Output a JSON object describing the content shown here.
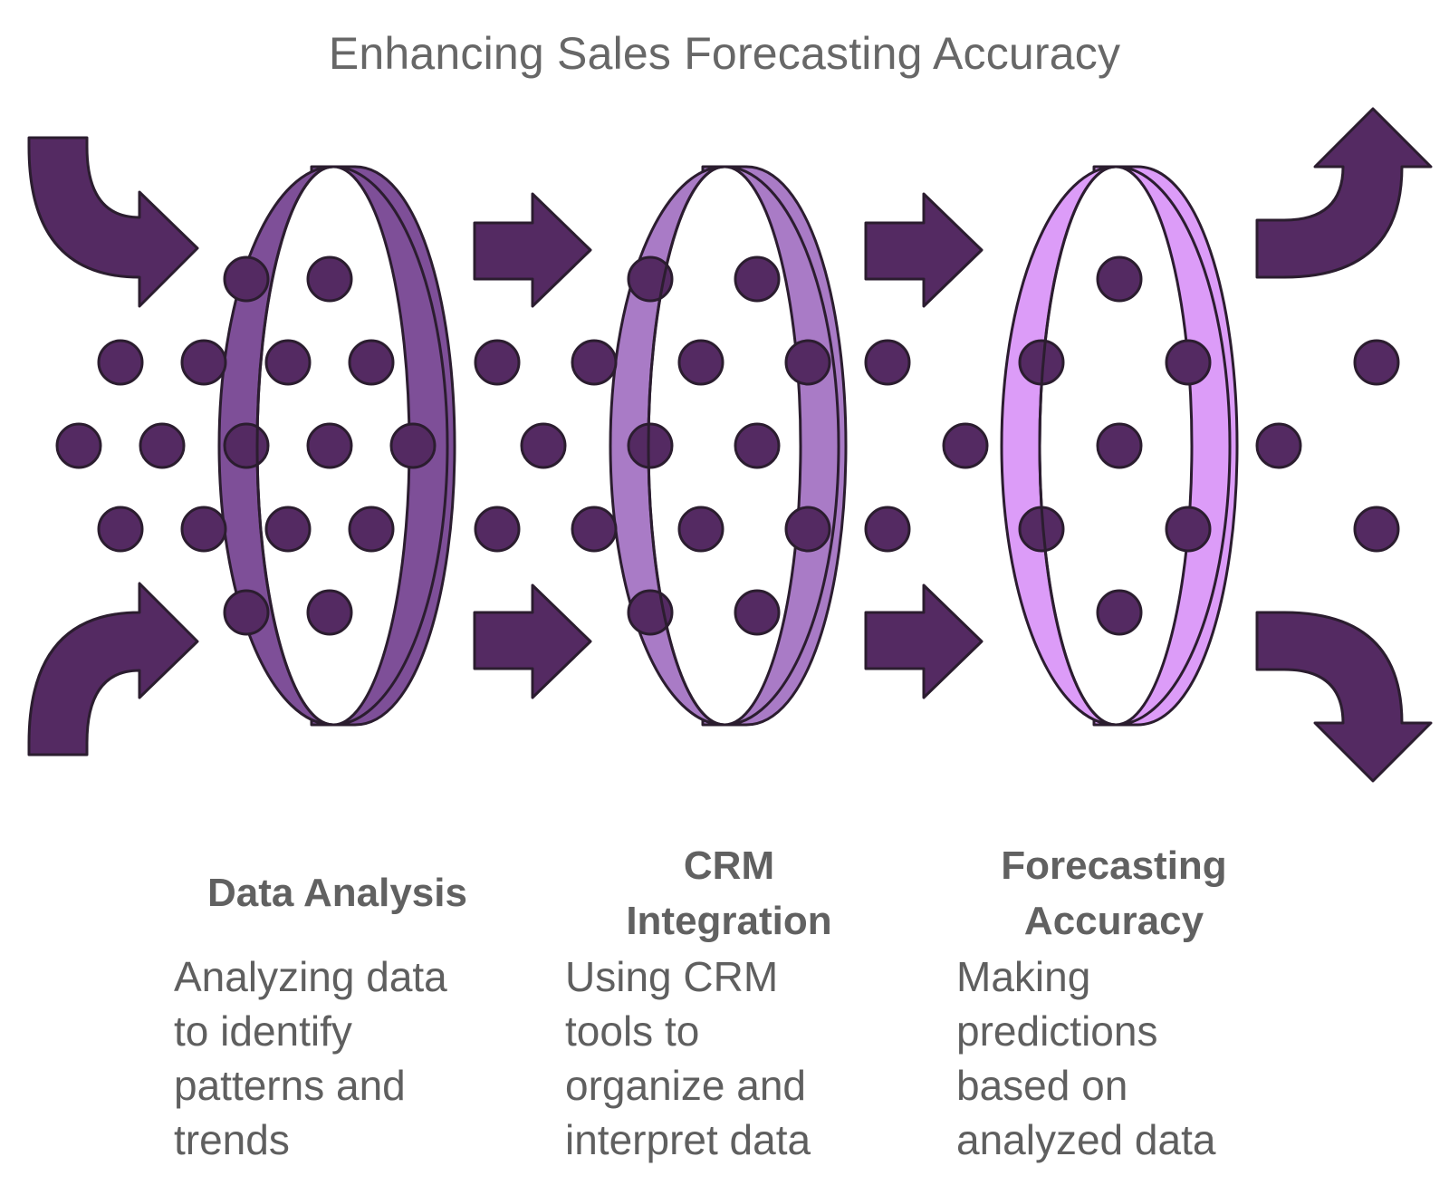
{
  "title": "Enhancing Sales Forecasting Accuracy",
  "colors": {
    "dark_purple": "#542a62",
    "ring_1": "#7e4f98",
    "ring_2": "#a97bc6",
    "ring_3": "#dc9cf8",
    "stroke": "#2b1d2f",
    "text": "#5f5f5f"
  },
  "stages": [
    {
      "title": "Data Analysis",
      "description": "Analyzing data to identify patterns and trends"
    },
    {
      "title": "CRM Integration",
      "description": "Using CRM tools to organize and interpret data"
    },
    {
      "title": "Forecasting Accuracy",
      "description": "Making predictions based on analyzed data"
    }
  ]
}
